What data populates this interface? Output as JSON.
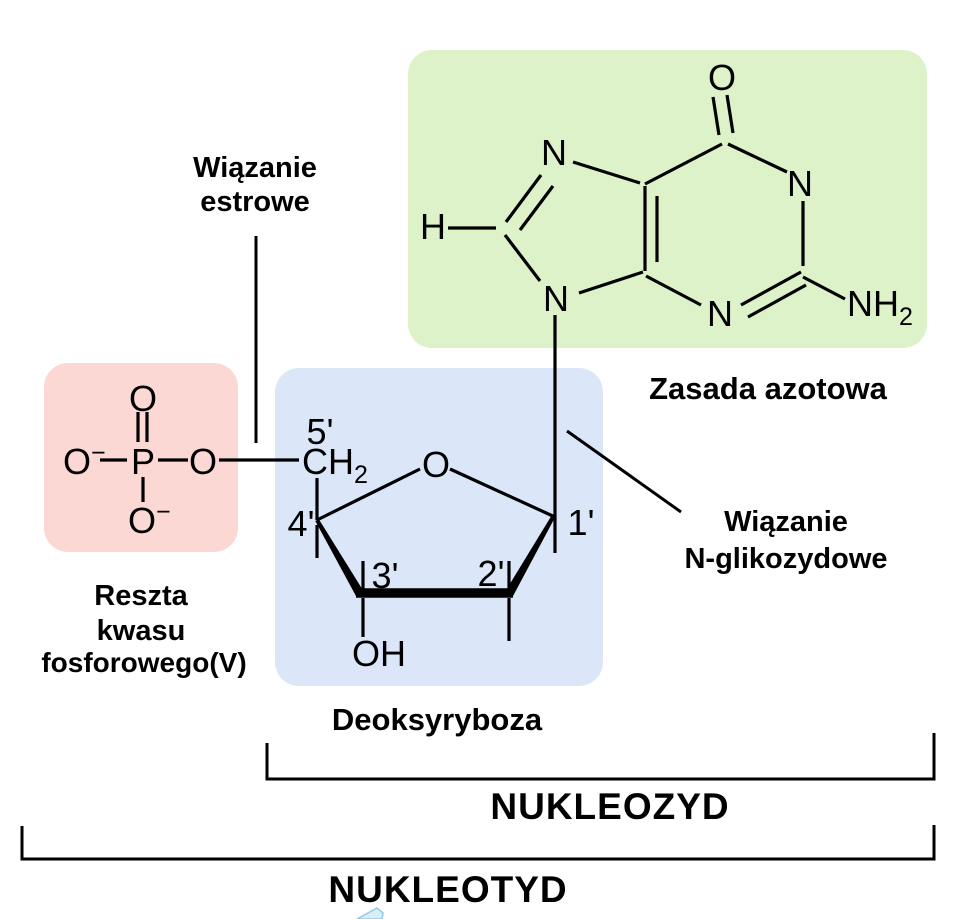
{
  "colors": {
    "base_box": "#ddf2c9",
    "sugar_box": "#dbe7f9",
    "phosphate_box": "#fbd8d3",
    "bond": "#000000",
    "watermark_fill": "#daeef9",
    "watermark_stroke": "#8fcbe8"
  },
  "base": {
    "label": "Zasada azotowa",
    "atoms": {
      "o6": "O",
      "n1": "N",
      "n3": "N",
      "n7": "N",
      "n9": "N",
      "h8": "H",
      "amine": "NH",
      "amine_sub": "2"
    }
  },
  "sugar": {
    "label": "Deoksyryboza",
    "ring_o": "O",
    "ch": "CH",
    "ch_sub": "2",
    "oh": "OH",
    "primes": {
      "c5": "5'",
      "c4": "4'",
      "c3": "3'",
      "c2": "2'",
      "c1": "1'"
    }
  },
  "phosphate": {
    "label_line1": "Reszta",
    "label_line2": "kwasu",
    "label_line3": "fosforowego(V)",
    "o_top": "O",
    "p": "P",
    "o_left": "O",
    "o_left_sup": "−",
    "o_mid": "O",
    "o_bottom": "O",
    "o_bottom_sup": "−"
  },
  "annotations": {
    "ester_line1": "Wiązanie",
    "ester_line2": "estrowe",
    "glyco_line1": "Wiązanie",
    "glyco_line2": "N-glikozydowe",
    "nucleoside": "NUKLEOZYD",
    "nucleotide": "NUKLEOTYD"
  }
}
